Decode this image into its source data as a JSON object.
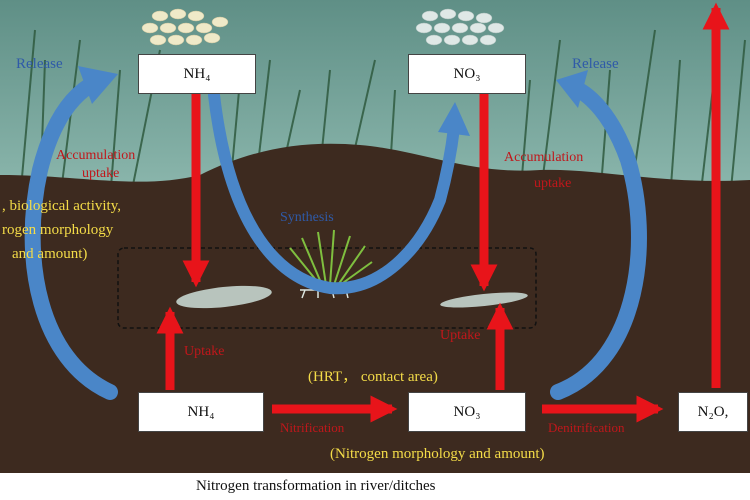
{
  "boxes": {
    "top_nh4": "NH₄",
    "top_no3": "NO₃",
    "bottom_nh4": "NH₄",
    "bottom_no3": "NO₃",
    "n2o": "N₂O,"
  },
  "labels": {
    "release_left": "Release",
    "release_right": "Release",
    "synthesis": "Synthesis",
    "accumulation_left": "Accumulation",
    "uptake_left": "uptake",
    "accumulation_right": "Accumulation",
    "uptake_right": "uptake",
    "uptake_lower_left": "Uptake",
    "uptake_lower_right": "Uptake",
    "nitrification": "Nitrification",
    "denitrification": "Denitrification"
  },
  "factors": {
    "left_line1": ", biological activity,",
    "left_line2": "rogen morphology",
    "left_line3": "and amount)",
    "hrt": "(HRT，  contact area)",
    "bottom": "(Nitrogen morphology and amount)"
  },
  "caption": "Nitrogen transformation in river/ditches",
  "colors": {
    "flow_arrow": "#e8141a",
    "transfer_arrow": "#4a86c8",
    "soil": "#3d2a1f",
    "factor_text": "#f4dc48",
    "process_text": "#c0171b"
  }
}
